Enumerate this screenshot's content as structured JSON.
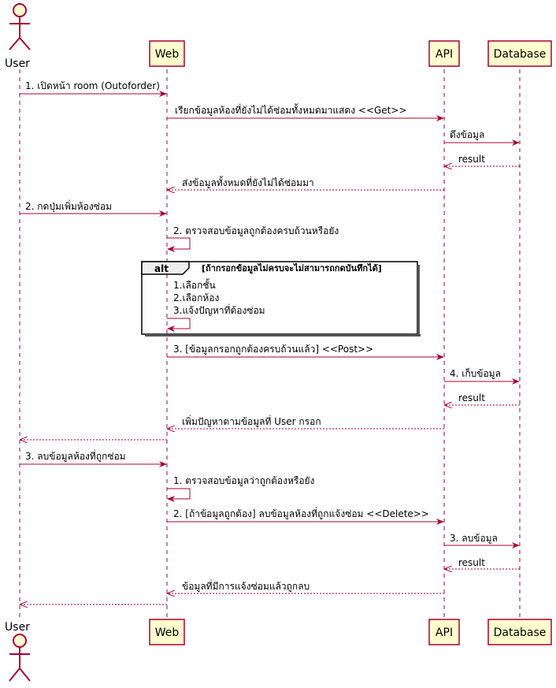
{
  "participants": {
    "user": "User",
    "web": "Web",
    "api": "API",
    "database": "Database"
  },
  "messages": [
    "1. เปิดหน้า room (Outoforder)",
    "เรียกข้อมูลห้องที่ยังไม่ได้ซ่อมทั้งหมดมาแสดง <<Get>>",
    "ดึงข้อมูล",
    "result",
    "ส่งข้อมูลทั้งหมดที่ยังไม่ได้ซ่อมมา",
    "2. กดปุ่มเพิ่มห้องซ่อม",
    "2. ตรวจสอบข้อมูลถูกต้องครบถ้วนหรือยัง",
    "3. [ข้อมูลกรอกถูกต้องครบถ้วนแล้ว]     <<Post>>",
    "4.  เก็บข้อมูล",
    "result",
    "เพิ่มปัญหาตามข้อมูลที่ User กรอก",
    "3. ลบข้อมูลห้องที่ถูกซ่อม",
    "1. ตรวจสอบข้อมูลว่าถูกต้องหรือยัง",
    "2. [ถ้าข้อมูลถูกต้อง] ลบข้อมูลห้องที่ถูกแจ้งซ่อม <<Delete>>",
    "3. ลบข้อมูล",
    "result",
    "ข้อมูลที่มีการแจ้งซ่อมแล้วถูกลบ"
  ],
  "alt_fragment": {
    "keyword": "alt",
    "condition": "[ถ้ากรอกข้อมูลไม่ครบจะไม่สามารถกดบันทึกได้]",
    "message_lines": [
      "1.เลือกชั้น",
      "2.เลือกห้อง",
      "3.แจ้งปัญหาที่ต้องซ่อม"
    ]
  },
  "colors": {
    "arrow": "#A80036",
    "participant_fill": "#FEFECE",
    "participant_border": "#A80036",
    "lifeline": "#A80036",
    "text": "#000000",
    "alt_header_fill": "#EEEEEE"
  }
}
